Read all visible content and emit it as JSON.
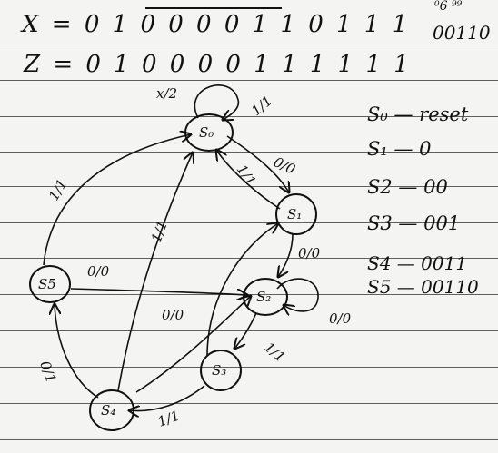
{
  "header": {
    "x_sequence": "X = 0 1 0 0 0 0 1 1 0 1 1 1",
    "z_sequence": "Z = 0 1 0 0 0 0 1 1 1 1 1 1",
    "corner_note": "00110",
    "corner_marks": "⁰6  ⁹⁹"
  },
  "states": [
    {
      "id": "s0",
      "label": "S₀"
    },
    {
      "id": "s1",
      "label": "S₁"
    },
    {
      "id": "s2",
      "label": "S₂"
    },
    {
      "id": "s3",
      "label": "S₃"
    },
    {
      "id": "s4",
      "label": "S₄"
    },
    {
      "id": "s5",
      "label": "S5"
    }
  ],
  "edges": [
    {
      "id": "e-s0-self",
      "label": "x/2"
    },
    {
      "id": "e-s0-self-out",
      "label": "1/1"
    },
    {
      "id": "e-s0-s1",
      "label": "0/0"
    },
    {
      "id": "e-s1-s0",
      "label": "1/1"
    },
    {
      "id": "e-s1-s2",
      "label": "0/0"
    },
    {
      "id": "e-s2-self",
      "label": "0/0"
    },
    {
      "id": "e-s2-s3",
      "label": "1/1"
    },
    {
      "id": "e-s3-s1",
      "label": ""
    },
    {
      "id": "e-s4-s0",
      "label": "1/1"
    },
    {
      "id": "e-s3-s4",
      "label": "1/1"
    },
    {
      "id": "e-s4-s2",
      "label": "0/0"
    },
    {
      "id": "e-s4-s5",
      "label": "0/1"
    },
    {
      "id": "e-s5-s0",
      "label": "1/1"
    },
    {
      "id": "e-s5-s2",
      "label": "0/0"
    }
  ],
  "legend": [
    {
      "state": "S₀",
      "meaning": "reset"
    },
    {
      "state": "S₁",
      "meaning": "0"
    },
    {
      "state": "S2",
      "meaning": "00"
    },
    {
      "state": "S3",
      "meaning": "001"
    },
    {
      "state": "S4",
      "meaning": "0011"
    },
    {
      "state": "S5",
      "meaning": "00110"
    }
  ]
}
